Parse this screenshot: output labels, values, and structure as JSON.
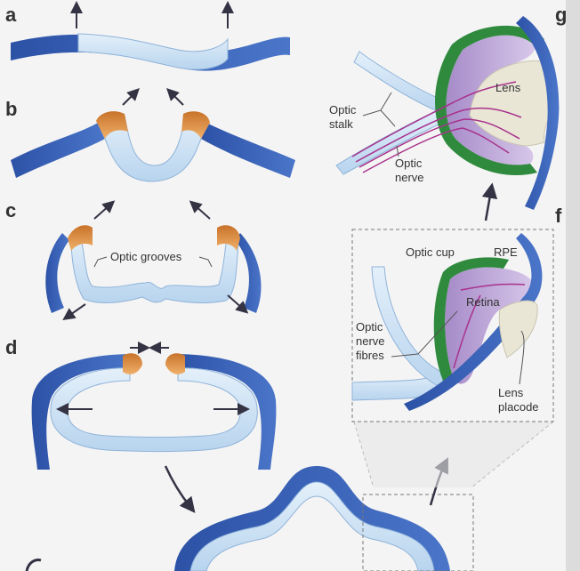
{
  "panels": {
    "a": {
      "letter": "a"
    },
    "b": {
      "letter": "b"
    },
    "c": {
      "letter": "c",
      "label": "Optic grooves"
    },
    "d": {
      "letter": "d"
    },
    "f": {
      "letter": "f",
      "optic_cup": "Optic cup",
      "rpe": "RPE",
      "retina": "Retina",
      "optic_nerve_fibres_1": "Optic",
      "optic_nerve_fibres_2": "nerve",
      "optic_nerve_fibres_3": "fibres",
      "lens_placode_1": "Lens",
      "lens_placode_2": "placode"
    },
    "g": {
      "letter": "g",
      "lens": "Lens",
      "optic_stalk_1": "Optic",
      "optic_stalk_2": "stalk",
      "optic_nerve_1": "Optic",
      "optic_nerve_2": "nerve"
    }
  },
  "colors": {
    "background": "#f4f4f4",
    "dark_blue": "#3a63b8",
    "light_blue": "#cfe3f5",
    "orange": "#d98b3e",
    "green": "#2f8a3e",
    "purple": "#b9a3d6",
    "magenta": "#a8328c",
    "lens_beige": "#e9e6d6",
    "arrow": "#334"
  }
}
